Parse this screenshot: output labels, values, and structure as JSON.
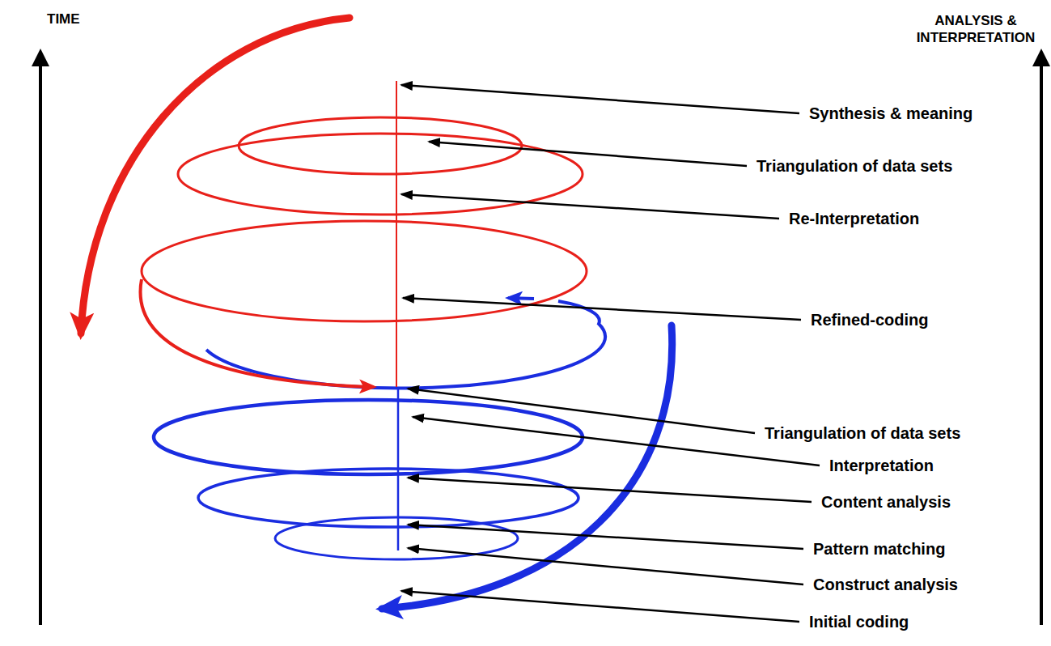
{
  "diagram": {
    "labels": [
      "TIME",
      "ANALYSIS & INTERPRETATION",
      "Synthesis & meaning",
      "Triangulation of data sets",
      "Re-Interpretation",
      "Refined-coding",
      "Triangulation of data sets",
      "Interpretation",
      "Content analysis",
      "Pattern matching",
      "Construct analysis",
      "Initial coding"
    ]
  }
}
